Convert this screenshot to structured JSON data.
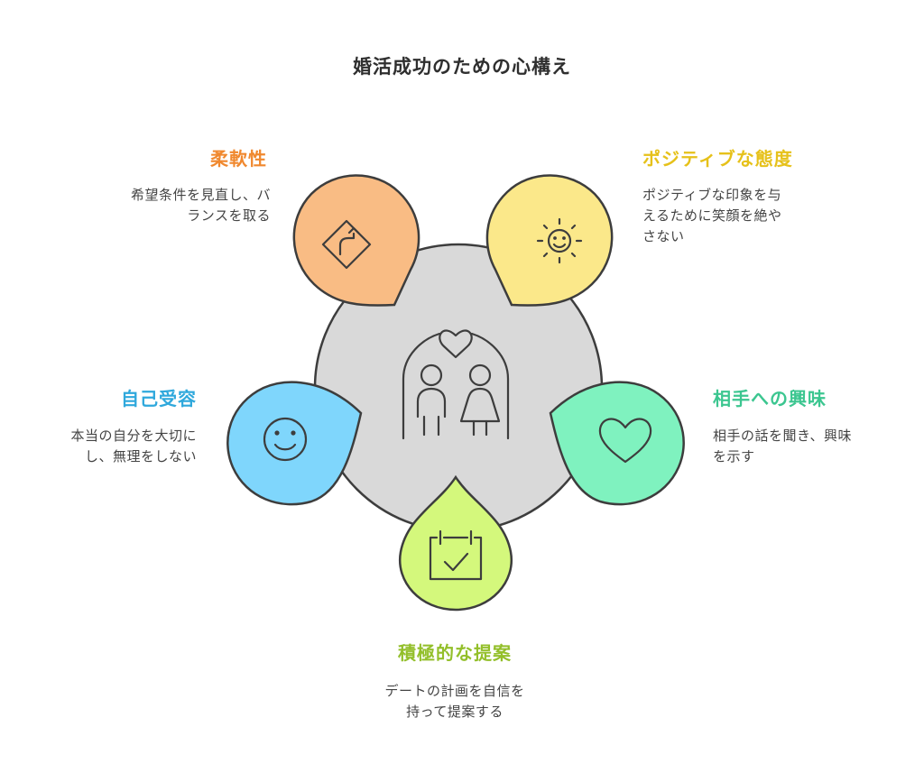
{
  "title": "婚活成功のための心構え",
  "colors": {
    "flexibility": "#f0882e",
    "positive": "#e6c11a",
    "interest": "#3cc690",
    "proposal": "#93bf2a",
    "acceptance": "#2fa8dc"
  },
  "items": [
    {
      "key": "flexibility",
      "icon": "road-sign-icon",
      "label": "柔軟性",
      "desc": [
        "希望条件を見直し、バ",
        "ランスを取る"
      ]
    },
    {
      "key": "positive",
      "icon": "sun-smile-icon",
      "label": "ポジティブな態度",
      "desc": [
        "ポジティブな印象を与",
        "えるために笑顔を絶や",
        "さない"
      ]
    },
    {
      "key": "acceptance",
      "icon": "smiley-icon",
      "label": "自己受容",
      "desc": [
        "本当の自分を大切に",
        "し、無理をしない"
      ]
    },
    {
      "key": "interest",
      "icon": "heart-icon",
      "label": "相手への興味",
      "desc": [
        "相手の話を聞き、興味",
        "を示す"
      ]
    },
    {
      "key": "proposal",
      "icon": "calendar-check-icon",
      "label": "積極的な提案",
      "desc": [
        "デートの計画を自信を",
        "持って提案する"
      ]
    }
  ],
  "center_icon": "couple-heart-icon"
}
